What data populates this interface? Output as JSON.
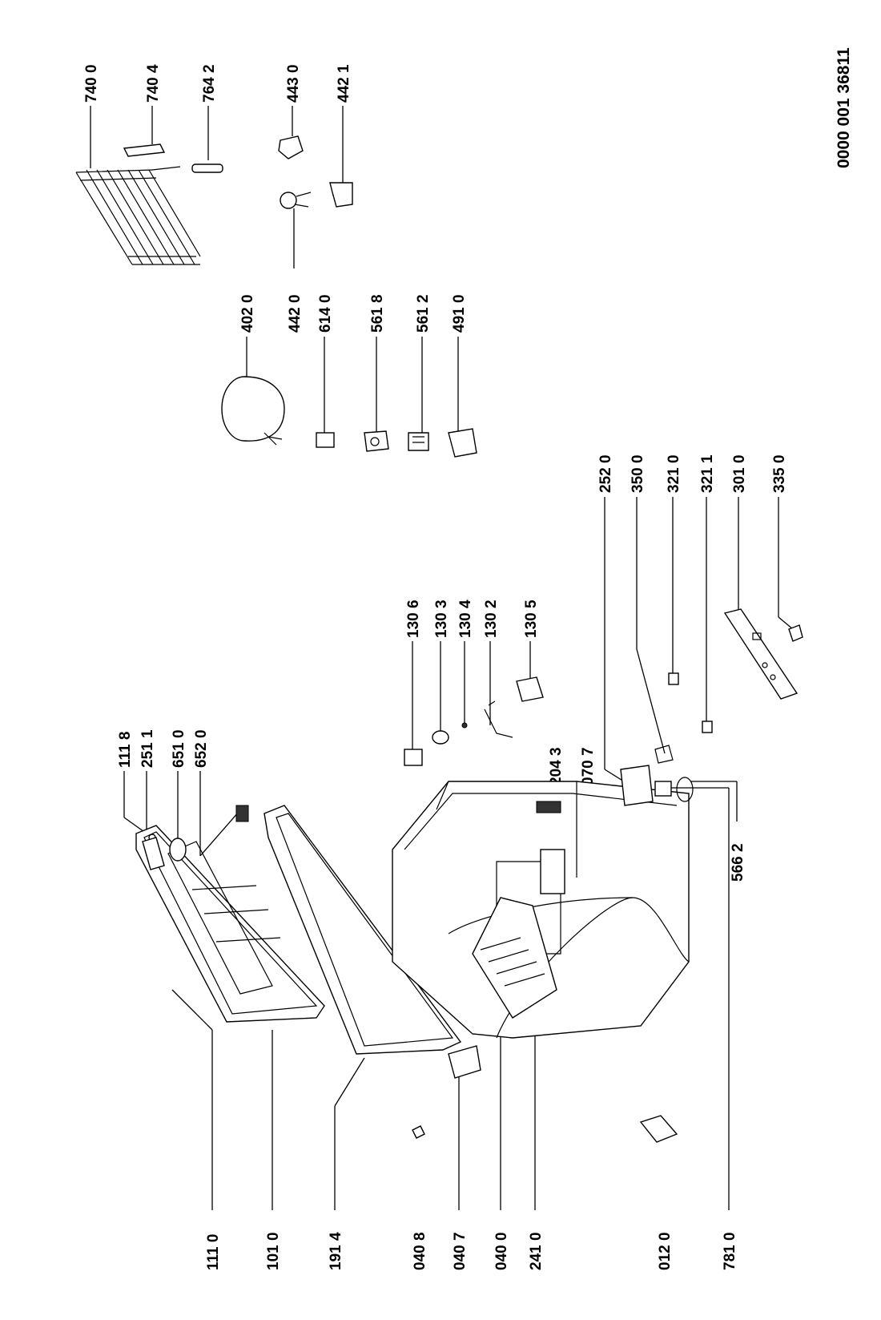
{
  "diagram": {
    "reference_number": "0000 001 36811",
    "part_labels": {
      "p1110": "111 0",
      "p1010": "101 0",
      "p1914": "191 4",
      "p0408": "040 8",
      "p0407": "040 7",
      "p0400": "040 0",
      "p2410": "241 0",
      "p0120": "012 0",
      "p7810": "781 0",
      "p1118": "111 8",
      "p2511": "251 1",
      "p6510": "651 0",
      "p6520": "652 0",
      "p1306": "130 6",
      "p1303": "130 3",
      "p1304": "130 4",
      "p1302": "130 2",
      "p1305": "130 5",
      "p2043": "204 3",
      "p0707": "070 7",
      "p5662": "566 2",
      "p2520": "252 0",
      "p3500": "350 0",
      "p3210": "321 0",
      "p3211": "321 1",
      "p3010": "301 0",
      "p3350": "335 0",
      "p4020": "402 0",
      "p4420": "442 0",
      "p6140": "614 0",
      "p5618": "561 8",
      "p5612": "561 2",
      "p4910": "491 0",
      "p7400": "740 0",
      "p7404": "740 4",
      "p7642": "764 2",
      "p4430": "443 0",
      "p4421": "442 1"
    }
  }
}
